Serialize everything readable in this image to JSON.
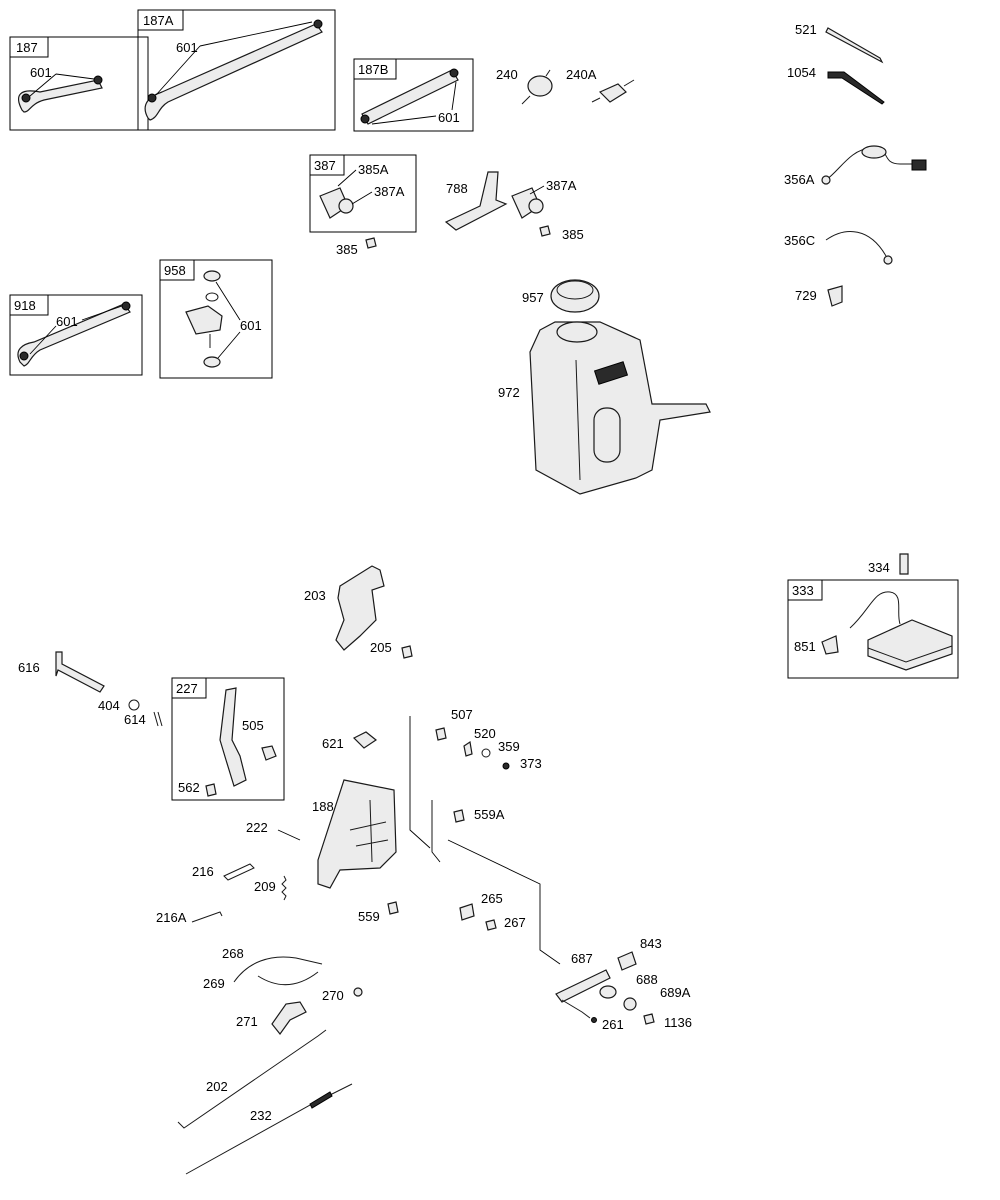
{
  "callouts": {
    "c187": "187",
    "c187A": "187A",
    "c187B": "187B",
    "c918": "918",
    "c958": "958",
    "c387": "387",
    "c227": "227",
    "c333": "333",
    "p601a": "601",
    "p601b": "601",
    "p601c": "601",
    "p601d": "601",
    "p601e": "601",
    "p240": "240",
    "p240A": "240A",
    "p385A": "385A",
    "p387Aa": "387A",
    "p385a": "385",
    "p788": "788",
    "p387Ab": "387A",
    "p385b": "385",
    "p957": "957",
    "p972": "972",
    "p521": "521",
    "p1054": "1054",
    "p356A": "356A",
    "p356C": "356C",
    "p729": "729",
    "p334": "334",
    "p851": "851",
    "p203": "203",
    "p205": "205",
    "p616": "616",
    "p404": "404",
    "p614": "614",
    "p505": "505",
    "p562": "562",
    "p621": "621",
    "p507": "507",
    "p520": "520",
    "p359": "359",
    "p373": "373",
    "p188": "188",
    "p559A": "559A",
    "p222": "222",
    "p216": "216",
    "p209": "209",
    "p216A": "216A",
    "p559": "559",
    "p265": "265",
    "p267": "267",
    "p687": "687",
    "p843": "843",
    "p688": "688",
    "p689A": "689A",
    "p261": "261",
    "p1136": "1136",
    "p268": "268",
    "p269": "269",
    "p270": "270",
    "p271": "271",
    "p202": "202",
    "p232": "232"
  }
}
